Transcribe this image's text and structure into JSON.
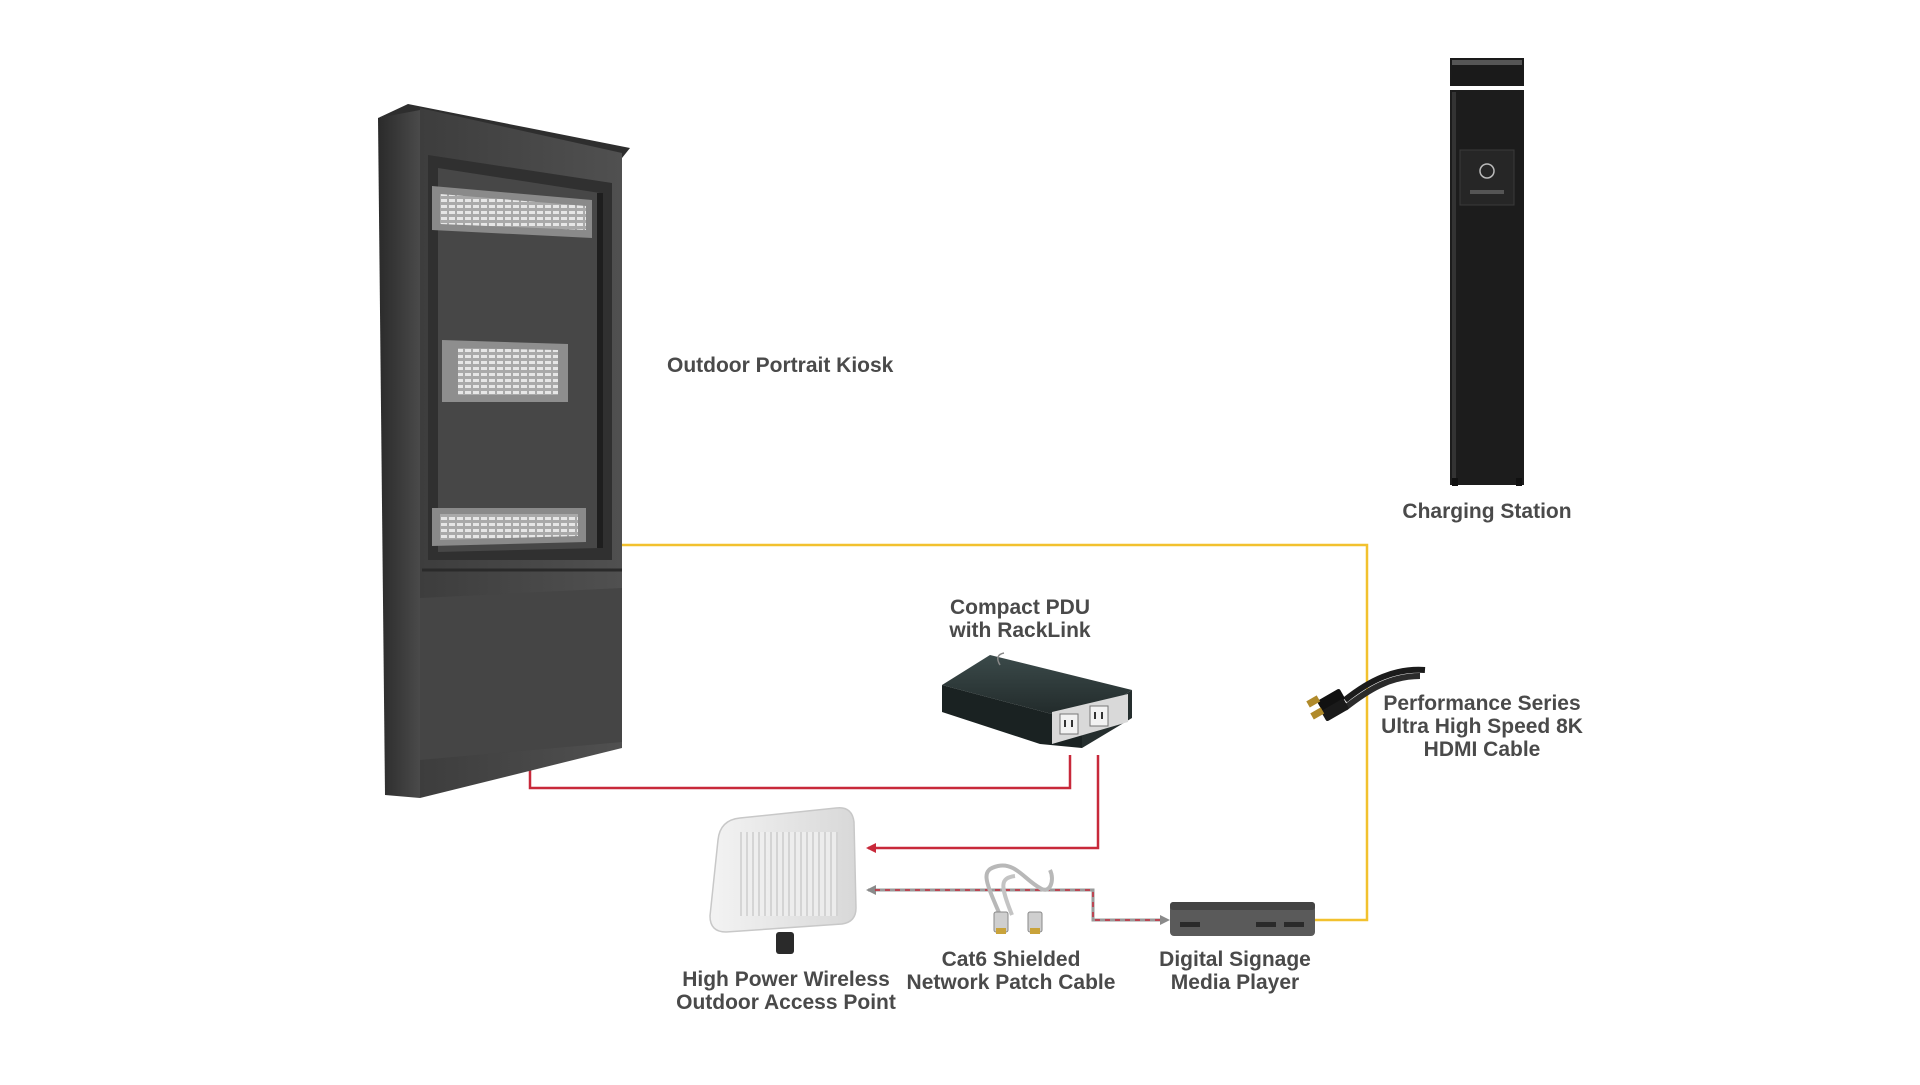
{
  "labels": {
    "kiosk": "Outdoor Portrait Kiosk",
    "charging": "Charging Station",
    "pdu": "Compact PDU\nwith RackLink",
    "hdmi": "Performance Series\nUltra High Speed 8K\nHDMI Cable",
    "access_point": "High Power Wireless\nOutdoor Access Point",
    "cat6": "Cat6 Shielded\nNetwork Patch Cable",
    "media_player": "Digital Signage\nMedia Player"
  },
  "colors": {
    "power_line": "#c8293a",
    "hdmi_line": "#f2c12e",
    "network_line": "#9a9a9a",
    "device_dark": "#3a3a3a",
    "label_text": "#4a4a4a"
  },
  "icons": {
    "kiosk": "outdoor-kiosk-enclosure-icon",
    "charging": "charging-station-tower-icon",
    "pdu": "compact-pdu-icon",
    "hdmi": "hdmi-cable-icon",
    "access_point": "wireless-access-point-icon",
    "cat6": "network-patch-cable-icon",
    "media_player": "media-player-icon"
  }
}
